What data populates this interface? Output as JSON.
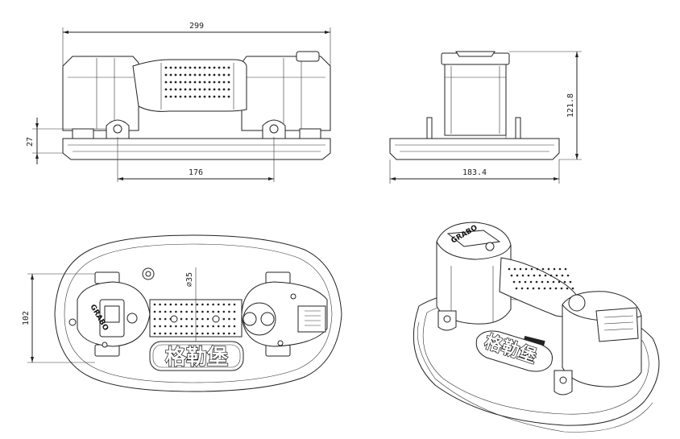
{
  "dimensions": {
    "overall_length": "299",
    "hole_spacing": "176",
    "base_height": "27",
    "side_width": "183.4",
    "overall_height": "121.8",
    "plate_width": "102",
    "diameter": "∅35"
  },
  "brand": {
    "chinese_name": "格勒堡",
    "logo_text": "GRABO"
  }
}
